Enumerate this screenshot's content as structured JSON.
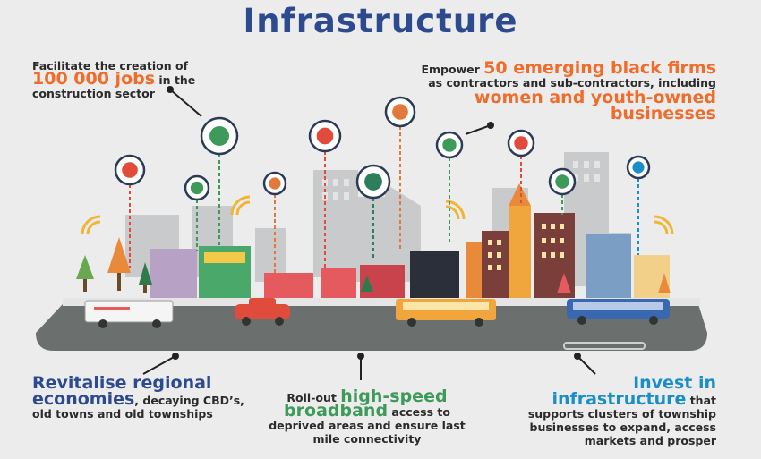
{
  "title": "Infrastructure",
  "notes": {
    "jobs": {
      "pre": "Facilitate the creation of",
      "highlight": "100 000 jobs",
      "post": " in the construction sector"
    },
    "firms": {
      "pre": "Empower ",
      "highlight1": "50 emerging black firms",
      "mid": " as contractors and sub-contractors, including ",
      "highlight2": "women and youth-owned businesses"
    },
    "regional": {
      "highlight": "Revitalise regional economies",
      "post": ", decaying CBD’s, old towns and old townships"
    },
    "broadband": {
      "pre": "Roll-out ",
      "highlight": "high-speed broadband",
      "post": " access to deprived areas and ensure last mile connectivity"
    },
    "invest": {
      "highlight": "Invest in infrastructure",
      "post": " that supports clusters of township businesses to expand, access markets and prosper"
    }
  },
  "pins": [
    {
      "icon": "tools-icon",
      "color": "#e24a3b"
    },
    {
      "icon": "recycle-person-icon",
      "color": "#3e9a5a"
    },
    {
      "icon": "gears-icon",
      "color": "#3e9a5a"
    },
    {
      "icon": "shield-icon",
      "color": "#e2783b"
    },
    {
      "icon": "monitor-icon",
      "color": "#e24a3b"
    },
    {
      "icon": "lock-icon",
      "color": "#2e7d5b"
    },
    {
      "icon": "chat-icon",
      "color": "#e2783b"
    },
    {
      "icon": "map-icon",
      "color": "#3e9a5a"
    },
    {
      "icon": "key-icon",
      "color": "#e24a3b"
    },
    {
      "icon": "message-icon",
      "color": "#3e9a5a"
    },
    {
      "icon": "refresh-icon",
      "color": "#1a8fc7"
    }
  ],
  "colors": {
    "title": "#2e4a8f",
    "orange": "#ef6c2a",
    "green": "#3e9a5a",
    "cyan": "#1a8fc7",
    "road": "#6b6f6e"
  }
}
